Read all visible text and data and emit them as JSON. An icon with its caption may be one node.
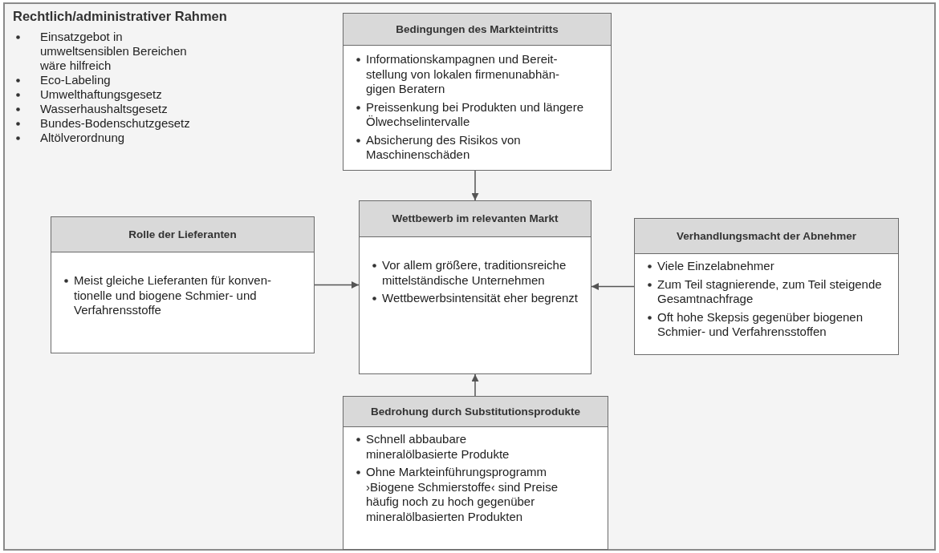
{
  "diagram": {
    "nodes": [
      {
        "text": [
          "Rechtlich/administrativer Rahmen",
          "Einsatzgebot in umweltsensiblen Bereichen wäre hilfreich",
          "Eco-Labeling",
          "Umwelthaftungsgesetz",
          "Wasserhaushaltsgesetz",
          "Bundes-Bodenschutzgesetz",
          "Altölverordnung"
        ]
      },
      {
        "text": [
          "Bedingungen des Markteintritts",
          "Informationskampagnen und Bereit- stellung von lokalen firmenunabhän- gigen Beratern",
          "Preissenkung bei Produkten und längere Ölwechselintervalle",
          "Absicherung des Risikos von Maschinenschäden"
        ],
        "in": 0
      },
      {
        "text": [
          "Rolle der Lieferanten",
          "Meist gleiche Lieferanten für konven- tionelle und biogene Schmier- und Verfahrensstoffe"
        ],
        "in": 0
      },
      {
        "text": [
          "Wettbewerb im relevanten Markt",
          "Vor allem größere, traditionsreiche mittelständische Unternehmen",
          "Wettbewerbsintensität eher begrenzt"
        ],
        "in": 0
      },
      {
        "text": [
          "Verhandlungsmacht der Abnehmer",
          "Viele Einzelabnehmer",
          "Zum Teil stagnierende, zum Teil steigende Gesamtnachfrage",
          "Oft hohe Skepsis gegenüber biogenen Schmier- und Verfahrensstoffen"
        ],
        "in": 0
      },
      {
        "text": [
          "Bedrohung durch Substitutionsprodukte",
          "Schnell abbaubare mineralölbasierte Produkte",
          "Ohne Markteinführungsprogramm ›Biogene Schmierstoffe‹ sind Preise häufig noch zu hoch gegenüber mineralölbasierten Produkten"
        ],
        "in": 0
      }
    ],
    "edges": [
      {
        "from": 1,
        "to": 3,
        "arrow": "to"
      },
      {
        "from": 2,
        "to": 3,
        "arrow": "to"
      },
      {
        "from": 4,
        "to": 3,
        "arrow": "to"
      },
      {
        "from": 5,
        "to": 3,
        "arrow": "to"
      }
    ]
  }
}
